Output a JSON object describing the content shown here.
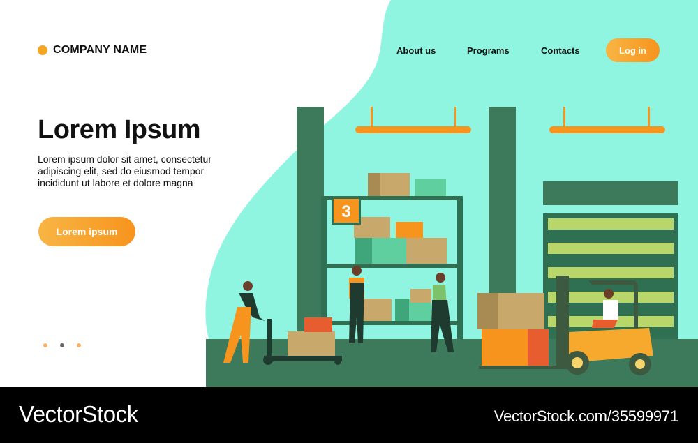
{
  "header": {
    "company_name": "COMPANY NAME",
    "nav": [
      "About us",
      "Programs",
      "Contacts"
    ],
    "login_label": "Log in"
  },
  "hero": {
    "title": "Lorem Ipsum",
    "text": "Lorem ipsum dolor sit amet, consectetur adipiscing elit, sed do eiusmod tempor incididunt ut labore et dolore magna",
    "cta_label": "Lorem ipsum"
  },
  "illustration": {
    "shelf_number": "3"
  },
  "footer": {
    "brand": "VectorStock",
    "image_id": "VectorStock.com/35599971"
  },
  "colors": {
    "accent": "#f7941d",
    "mint": "#8ff5e0",
    "warehouse_green": "#3d7a5c",
    "footer": "#000000"
  }
}
